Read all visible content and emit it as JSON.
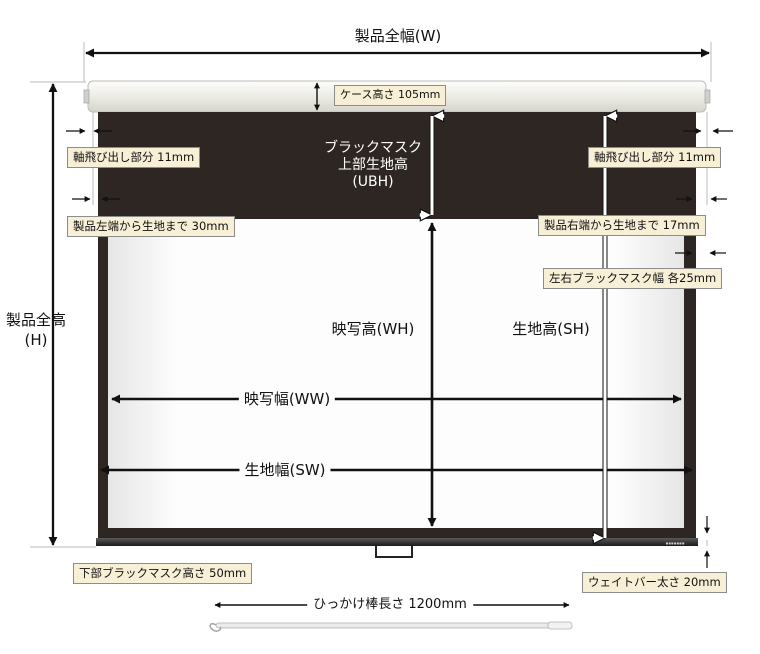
{
  "labels": {
    "product_width": "製品全幅(W)",
    "product_height_1": "製品全高",
    "product_height_2": "(H)",
    "case_height": "ケース高さ 105mm",
    "shaft_left": "軸飛び出し部分 11mm",
    "shaft_right": "軸飛び出し部分 11mm",
    "upper_mask_1": "ブラックマスク",
    "upper_mask_2": "上部生地高",
    "upper_mask_3": "(UBH)",
    "left_edge": "製品左端から生地まで 30mm",
    "right_edge": "製品右端から生地まで 17mm",
    "side_mask_width": "左右ブラックマスク幅 各25mm",
    "view_height": "映写高(WH)",
    "fabric_height": "生地高(SH)",
    "view_width": "映写幅(WW)",
    "fabric_width": "生地幅(SW)",
    "bottom_mask": "下部ブラックマスク高さ 50mm",
    "weight_bar": "ウェイトバー太さ 20mm",
    "hook_rod": "ひっかけ棒長さ 1200mm"
  },
  "colors": {
    "mask": "#2e2622",
    "case": "#f0efe9",
    "screen": "#fbfbfb",
    "label_bg": "#f7efd6",
    "arrow": "#111111"
  }
}
